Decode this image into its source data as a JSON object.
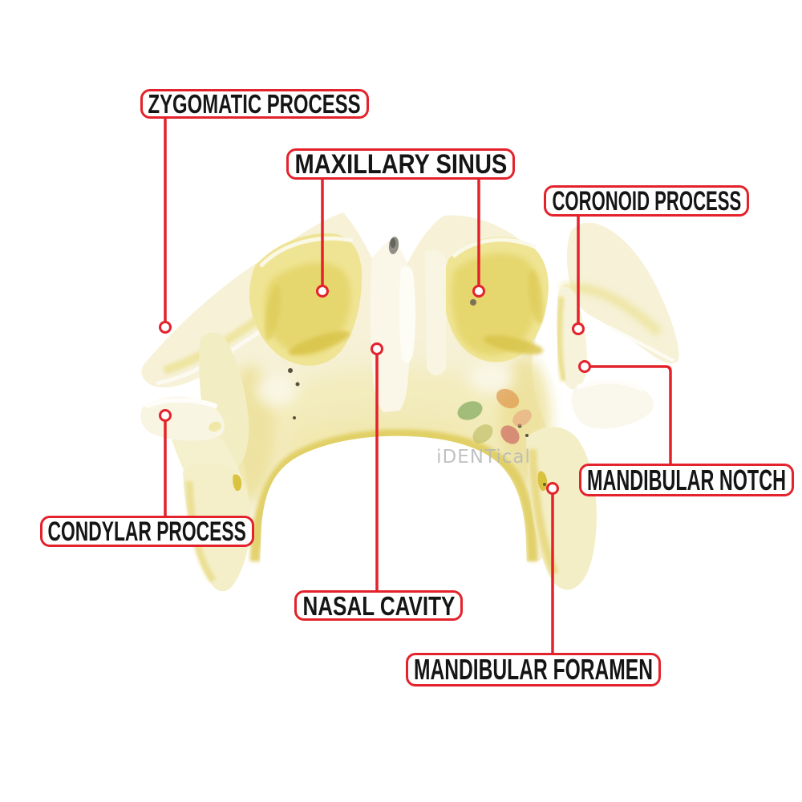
{
  "diagram": {
    "subject": "Sectioned skull anatomy model with labeled structures",
    "labels": [
      {
        "id": "zygomatic-process",
        "text": "ZYGOMATIC PROCESS"
      },
      {
        "id": "maxillary-sinus",
        "text": "MAXILLARY SINUS"
      },
      {
        "id": "coronoid-process",
        "text": "CORONOID PROCESS"
      },
      {
        "id": "mandibular-notch",
        "text": "MANDIBULAR NOTCH"
      },
      {
        "id": "condylar-process",
        "text": "CONDYLAR PROCESS"
      },
      {
        "id": "nasal-cavity",
        "text": "NASAL CAVITY"
      },
      {
        "id": "mandibular-foramen",
        "text": "MANDIBULAR FORAMEN"
      }
    ],
    "watermark": {
      "brand": "iDENTical"
    },
    "colors": {
      "callout_red": "#E4222B",
      "label_ink": "#151515",
      "label_background": "#FFFFFF",
      "bone_cream": "#F6F1D7",
      "bone_yellow_mid": "#EFE494",
      "bone_yellow_deep": "#E4D369",
      "watermark_gray": "#B6B8BA",
      "petal_green": "#6E9E4E",
      "petal_orange": "#DE8B3E",
      "petal_salmon": "#E8A47F",
      "petal_red": "#C9565A",
      "petal_olive": "#B9BA5F"
    }
  }
}
